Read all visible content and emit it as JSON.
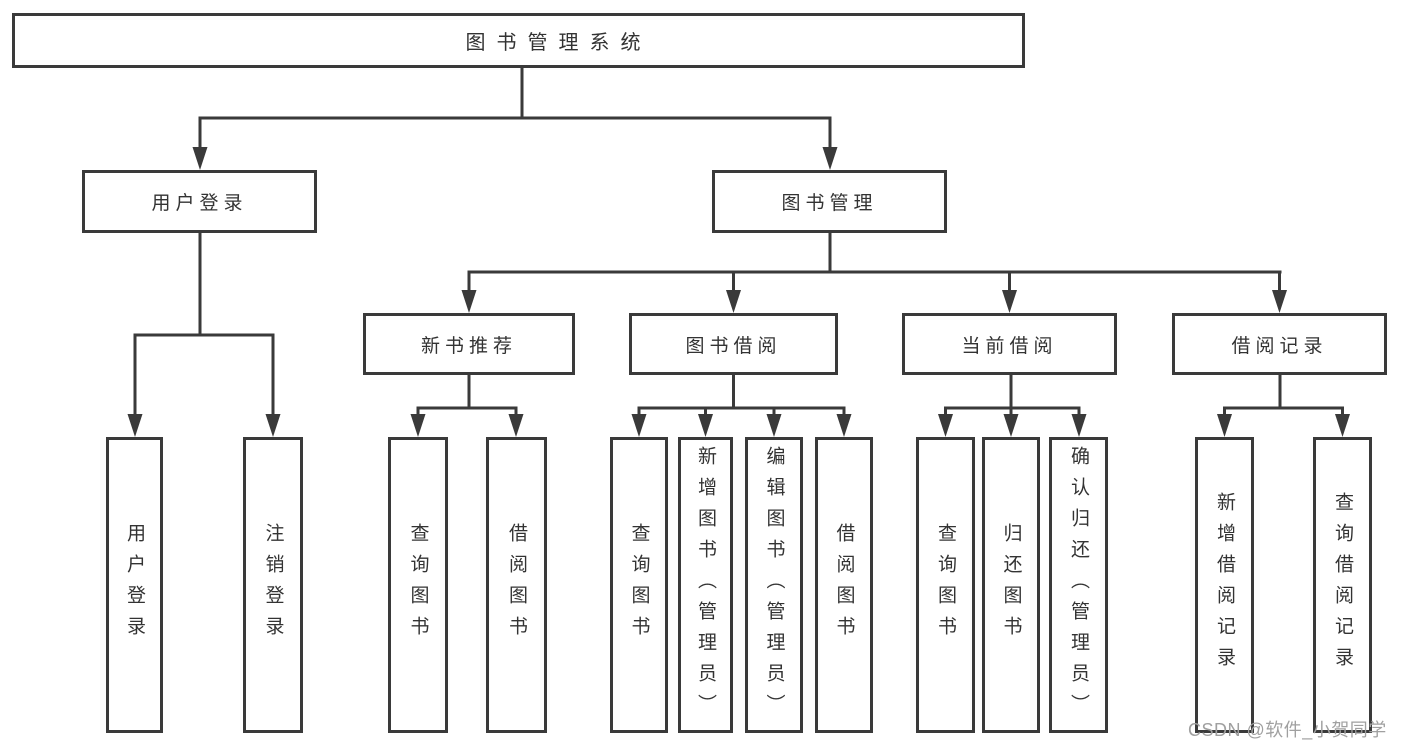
{
  "title": "图书管理系统",
  "branches": [
    {
      "label": "用户登录",
      "leaves": [
        "用户登录",
        "注销登录"
      ]
    },
    {
      "label": "图书管理",
      "groups": [
        {
          "label": "新书推荐",
          "leaves": [
            "查询图书",
            "借阅图书"
          ]
        },
        {
          "label": "图书借阅",
          "leaves": [
            "查询图书",
            "新增图书（管理员）",
            "编辑图书（管理员）",
            "借阅图书"
          ]
        },
        {
          "label": "当前借阅",
          "leaves": [
            "查询图书",
            "归还图书",
            "确认归还（管理员）"
          ]
        },
        {
          "label": "借阅记录",
          "leaves": [
            "新增借阅记录",
            "查询借阅记录"
          ]
        }
      ]
    }
  ],
  "watermark": "CSDN @软件_小贺同学",
  "colors": {
    "line": "#3a3a3a",
    "box_border": "#3a3a3a",
    "text": "#333333",
    "watermark_text": "#a0a0a0",
    "background": "#ffffff"
  }
}
